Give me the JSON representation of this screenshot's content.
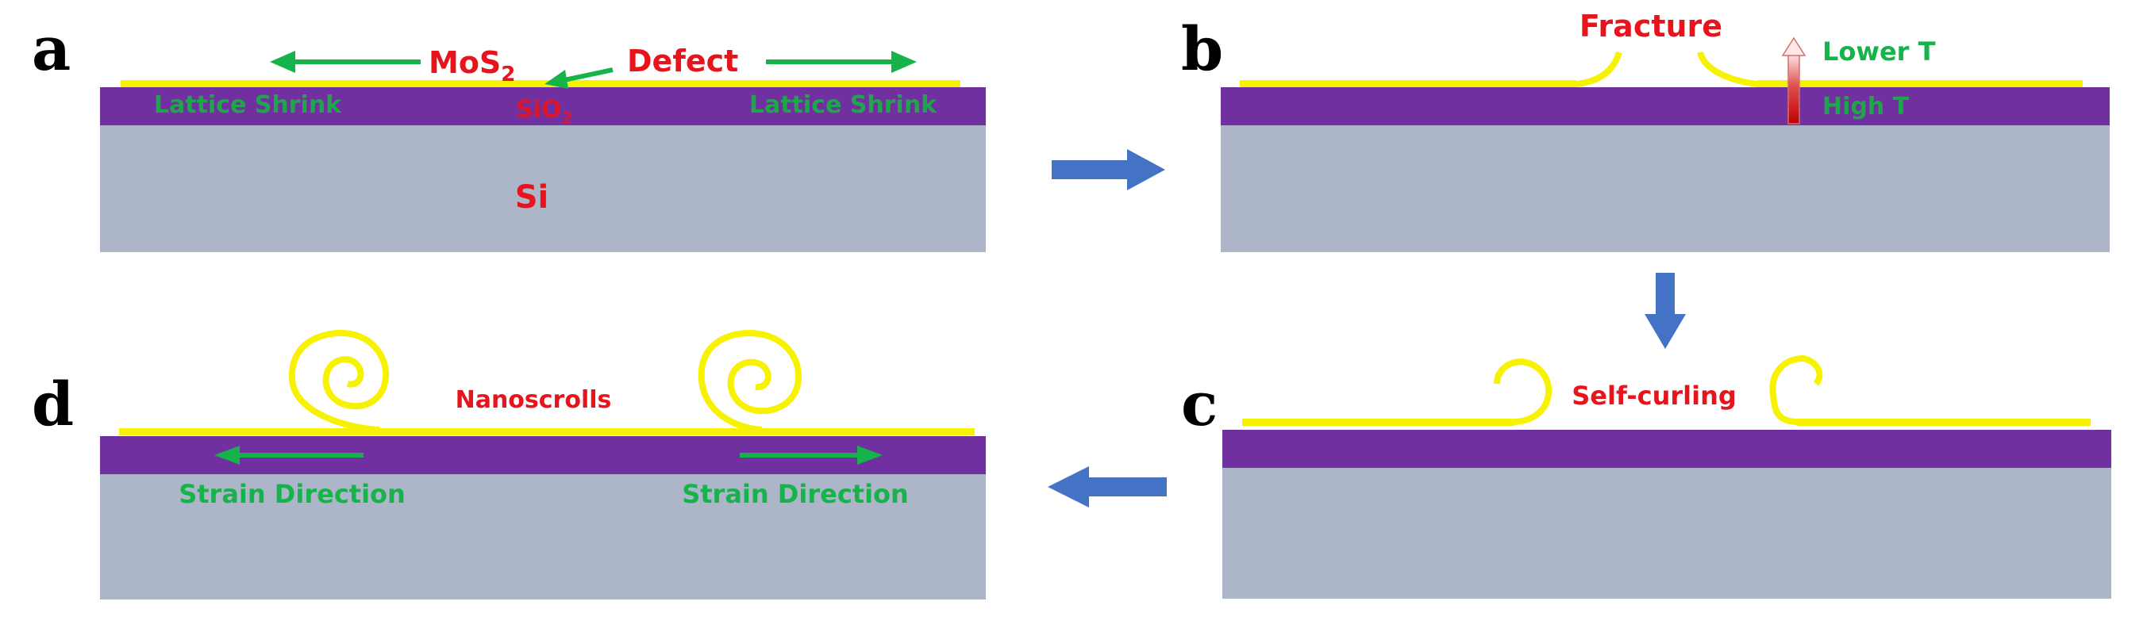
{
  "colors": {
    "substrate": "#adb5c8",
    "oxide": "#7030a0",
    "film": "#f7f200",
    "label_red": "#e8141c",
    "label_green": "#16b34a",
    "flow_arrow": "#4472c4",
    "heat_arrow": "#c00000"
  },
  "panels": {
    "a": {
      "letter": "a",
      "mos2_label": "MoS",
      "mos2_sub": "2",
      "defect_label": "Defect",
      "sio2_label": "SiO",
      "sio2_sub": "2",
      "lattice_left": "Lattice Shrink",
      "lattice_right": "Lattice Shrink",
      "si_label": "Si"
    },
    "b": {
      "letter": "b",
      "fracture_label": "Fracture",
      "lower_t": "Lower T",
      "high_t": "High T"
    },
    "c": {
      "letter": "c",
      "self_curling": "Self-curling"
    },
    "d": {
      "letter": "d",
      "nanoscrolls": "Nanoscrolls",
      "strain_left": "Strain Direction",
      "strain_right": "Strain Direction"
    }
  },
  "flow_arrows": [
    {
      "direction": "right",
      "from": "a",
      "to": "b"
    },
    {
      "direction": "down",
      "from": "b",
      "to": "c"
    },
    {
      "direction": "left",
      "from": "c",
      "to": "d"
    }
  ],
  "icons": [
    "right-arrow-icon",
    "down-arrow-icon",
    "left-arrow-icon",
    "heat-arrow-icon",
    "spiral-scroll-icon"
  ]
}
